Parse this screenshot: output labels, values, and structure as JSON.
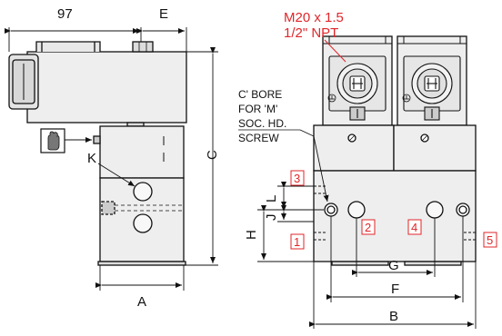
{
  "dimensions": {
    "d97": "97",
    "E": "E",
    "C": "C",
    "K": "K",
    "A": "A",
    "L": "L",
    "J": "J",
    "H": "H",
    "G": "G",
    "F": "F",
    "B": "B"
  },
  "conduit": {
    "line1": "M20 x 1.5",
    "line2": "1/2\" NPT",
    "color": "#e0262a"
  },
  "note": {
    "line1": "C' BORE",
    "line2": "FOR 'M'",
    "line3": "SOC. HD.",
    "line4": "SCREW"
  },
  "ports": [
    "3",
    "1",
    "2",
    "4",
    "5"
  ],
  "icons": [
    "manual-override-hand-icon",
    "ground-symbol-icon"
  ]
}
